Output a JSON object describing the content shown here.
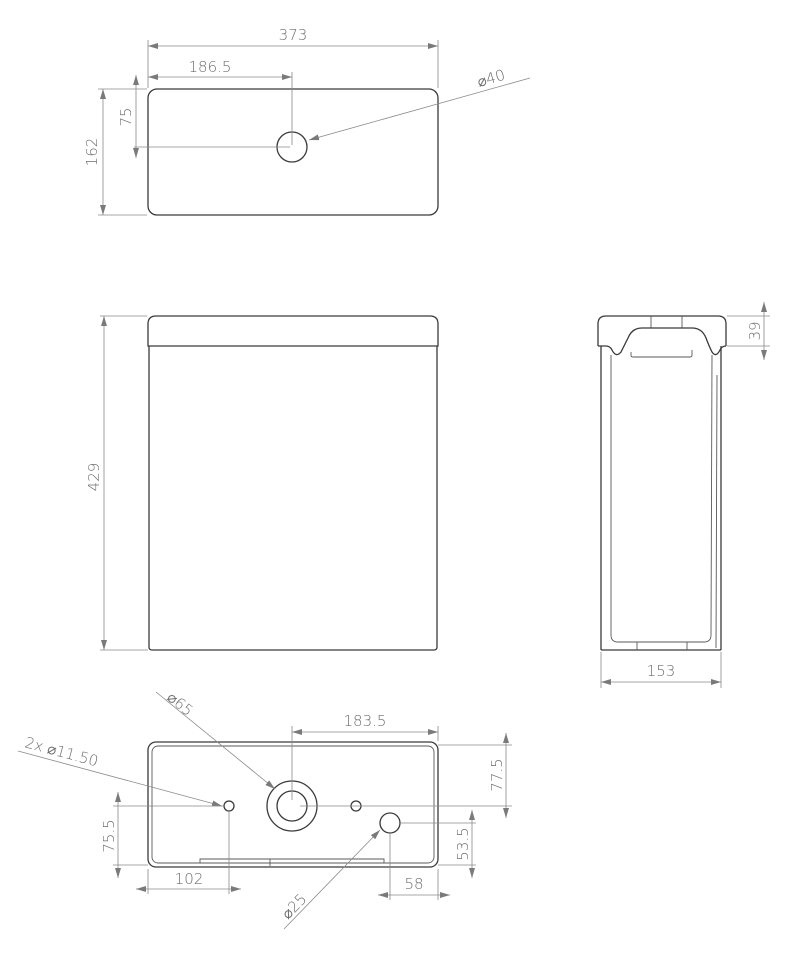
{
  "drawing": {
    "top_view": {
      "overall_width": "373",
      "hole_offset_x": "186.5",
      "hole_offset_y": "75",
      "overall_depth": "162",
      "hole_diameter": "⌀40"
    },
    "front_view": {
      "overall_height": "429"
    },
    "side_view": {
      "lid_height": "39",
      "overall_depth": "153"
    },
    "bottom_view": {
      "large_hole_diameter": "⌀65",
      "small_holes_callout": "2x ⌀11.50",
      "large_hole_offset_x": "183.5",
      "large_hole_offset_y": "77.5",
      "small_hole_offset_y": "75.5",
      "small_hole_offset_x": "102",
      "inlet_hole_diameter": "⌀25",
      "inlet_hole_offset_y": "53.5",
      "inlet_hole_offset_x": "58"
    }
  }
}
